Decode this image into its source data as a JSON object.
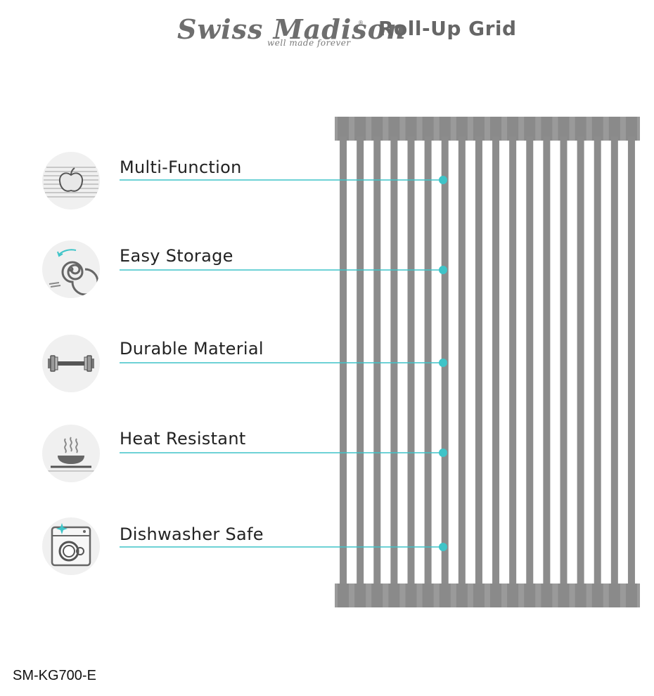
{
  "header": {
    "brand": "Swiss Madison",
    "registered": "®",
    "tagline": "well made forever",
    "product_title": "Roll-Up Grid"
  },
  "features": [
    {
      "label": "Multi-Function",
      "icon": "apple-icon"
    },
    {
      "label": "Easy Storage",
      "icon": "roll-icon"
    },
    {
      "label": "Durable Material",
      "icon": "dumbbell-icon"
    },
    {
      "label": "Heat Resistant",
      "icon": "hot-pan-icon"
    },
    {
      "label": "Dishwasher Safe",
      "icon": "dishwasher-icon"
    }
  ],
  "model_number": "SM-KG700-E",
  "colors": {
    "accent": "#3ec4c8",
    "grid": "#8c8c8c",
    "text": "#222222",
    "brand": "#6e6e6e"
  }
}
